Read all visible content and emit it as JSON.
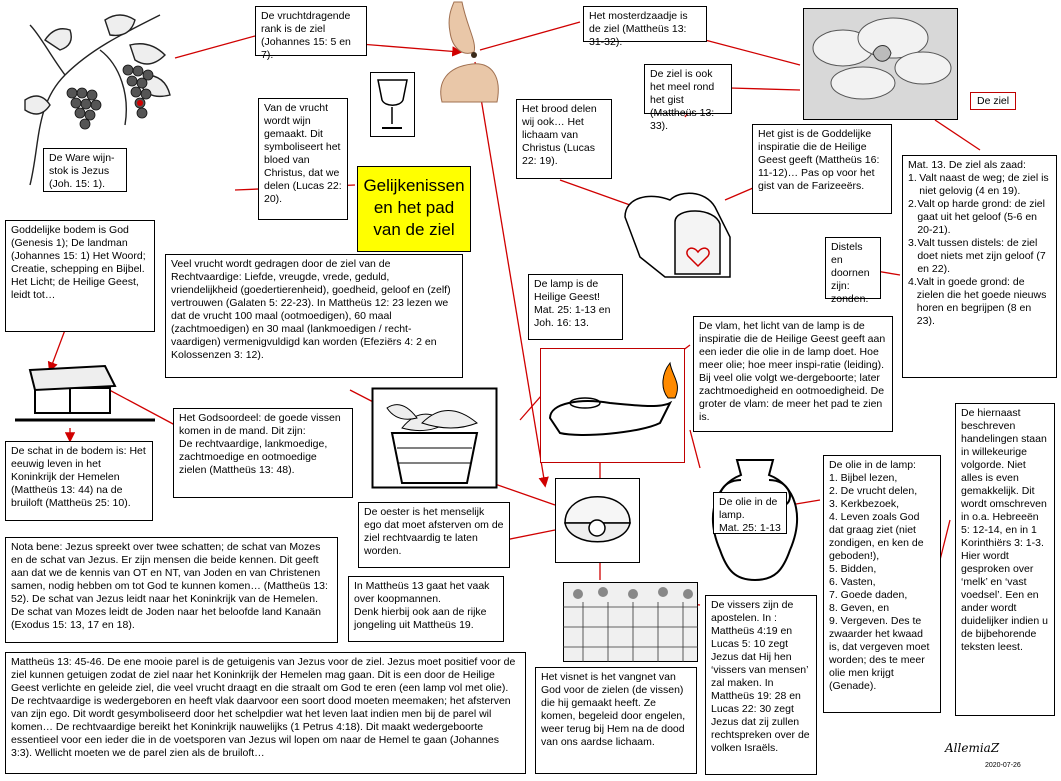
{
  "title": "Gelijkenissen\nen het pad\nvan de ziel",
  "label_ziel": "De ziel",
  "signature": "AllemiaZ",
  "date": "2020-07-26",
  "boxes": {
    "vruchtdragende": "De vruchtdragende rank is de ziel (Johannes 15: 5 en 7).",
    "mosterdzaadje": "Het mosterdzaadje is de ziel (Mattheüs 13: 31-32).",
    "meel": "De ziel is ook het meel rond het gist (Mattheüs 13: 33).",
    "wijnstok": "De Ware wijn-stok is Jezus (Joh. 15: 1).",
    "vrucht_wijn": "Van de vrucht wordt wijn gemaakt. Dit symboliseert het bloed van Christus, dat we delen (Lucas 22: 20).",
    "brood": "Het brood delen wij ook… Het lichaam van Christus (Lucas 22: 19).",
    "gist": "Het gist is de Goddelijke inspiratie die de Heilige Geest geeft (Mattheüs 16: 11-12)… Pas op voor het gist van de Farizeeërs.",
    "zaad_title": "Mat. 13. De ziel als zaad:",
    "zaad_items": [
      "Valt naast de weg; de ziel is niet gelovig (4 en 19).",
      "Valt op harde grond: de ziel gaat uit het geloof (5-6 en 20-21).",
      "Valt tussen distels: de ziel doet niets met zijn geloof (7 en 22).",
      "Valt in goede grond: de zielen die het goede nieuws horen en begrijpen (8 en 23)."
    ],
    "distels": "Distels en doornen zijn: zonden.",
    "bodem": "Goddelijke bodem is God (Genesis 1); De landman (Johannes 15: 1) Het Woord; Creatie, schepping en Bijbel. Het Licht; de Heilige Geest, leidt tot…",
    "veel_vrucht": "Veel vrucht wordt gedragen door de ziel van de Rechtvaardige: Liefde, vreugde, vrede, geduld, vriendelijkheid (goedertierenheid), goedheid, geloof en (zelf) vertrouwen (Galaten 5: 22-23). In Mattheüs 12: 23 lezen we dat de vrucht 100 maal (ootmoedigen), 60 maal (zachtmoedigen) en 30 maal (lankmoedigen / recht-vaardigen) vermenigvuldigd kan worden (Efeziërs 4: 2 en Kolossenzen 3: 12).",
    "lamp": "De lamp is de Heilige Geest! Mat. 25: 1-13 en Joh. 16: 13.",
    "vlam": "De vlam, het licht van de lamp is de inspiratie die de Heilige Geest geeft aan een ieder die olie in de lamp doet. Hoe meer olie; hoe meer inspi-ratie (leiding). Bij veel olie volgt we-dergeboorte; later zachtmoedigheid en ootmoedigheid. De groter de vlam: de meer het pad te zien is.",
    "godsoordeel": "Het Godsoordeel: de goede vissen komen in de mand. Dit zijn:\nDe rechtvaardige, lankmoedige, zachtmoedige en ootmoedige zielen (Mattheüs 13: 48).",
    "schat": "De schat in de bodem is: Het eeuwig leven in het Koninkrijk der Hemelen (Mattheüs 13: 44) na de bruiloft (Mattheüs 25: 10).",
    "oester": "De oester is het menselijk ego dat moet afsterven om de ziel rechtvaardig te laten worden.",
    "olie_lamp": "De olie in de lamp.\nMat. 25: 1-13",
    "olie_list_title": "De olie in de lamp:",
    "olie_list": [
      "1. Bijbel lezen,",
      "2. De vrucht delen,",
      "3. Kerkbezoek,",
      "4. Leven zoals God dat graag ziet (niet zondigen, en ken de geboden!),",
      "5. Bidden,",
      "6. Vasten,",
      "7. Goede daden,",
      "8. Geven, en",
      "9. Vergeven. Des te zwaarder het kwaad is, dat vergeven moet worden; des te meer olie men krijgt (Genade)."
    ],
    "hiernaast": "De hiernaast beschreven handelingen staan in willekeurige volgorde. Niet alles is even gemakkelijk. Dit wordt omschreven in o.a. Hebreeën 5: 12-14, en in 1 Korinthiërs 3: 1-3. Hier wordt gesproken over ‘melk’ en ‘vast voedsel’. Een en ander wordt duidelijker indien u de bijbehorende teksten leest.",
    "nota": "Nota bene: Jezus spreekt over twee schatten; de schat van Mozes en de schat van Jezus. Er zijn mensen die beide kennen. Dit geeft aan dat we de kennis van OT en NT, van Joden en van Christenen samen, nodig hebben om tot God te kunnen komen… (Mattheüs 13: 52). De schat van Jezus leidt naar het Koninkrijk van de Hemelen. De schat van Mozes leidt de Joden naar het beloofde land Kanaän (Exodus 15: 13, 17 en 18).",
    "koopmannen": "In Mattheüs 13 gaat het vaak over koopmannen.\nDenk hierbij ook aan de rijke jongeling uit Mattheüs 19.",
    "vissers": "De vissers zijn de apostelen. In : Mattheüs 4:19 en Lucas 5: 10 zegt Jezus dat Hij hen ‘vissers van mensen’ zal maken. In Mattheüs 19: 28 en Lucas 22: 30 zegt Jezus dat zij zullen rechtspreken over de volken Israëls.",
    "parel": "Mattheüs 13: 45-46. De ene mooie parel is de getuigenis van Jezus voor de ziel. Jezus moet positief voor de ziel kunnen getuigen zodat de ziel naar het Koninkrijk der Hemelen mag gaan. Dit is een door de Heilige Geest verlichte en geleide ziel, die veel vrucht draagt en die straalt om God te eren (een lamp vol met olie). De rechtvaardige is wedergeboren en heeft vlak daarvoor een soort dood moeten meemaken; het afsterven van zijn ego. Dit wordt gesymboliseerd door het schelpdier wat het leven laat indien men bij de parel wil komen… De rechtvaardige bereikt het Koninkrijk nauwelijks (1 Petrus 4:18). Dit maakt wedergeboorte essentieel voor een ieder die in de voetsporen van Jezus wil lopen om naar de Hemel te gaan (Johannes 3:3). Wellicht moeten we de parel zien als de bruiloft…",
    "visnet": "Het visnet is het vangnet van God voor de zielen (de vissen) die hij gemaakt heeft. Ze komen, begeleid door engelen, weer terug bij Hem na de dood van ons aardse lichaam."
  }
}
